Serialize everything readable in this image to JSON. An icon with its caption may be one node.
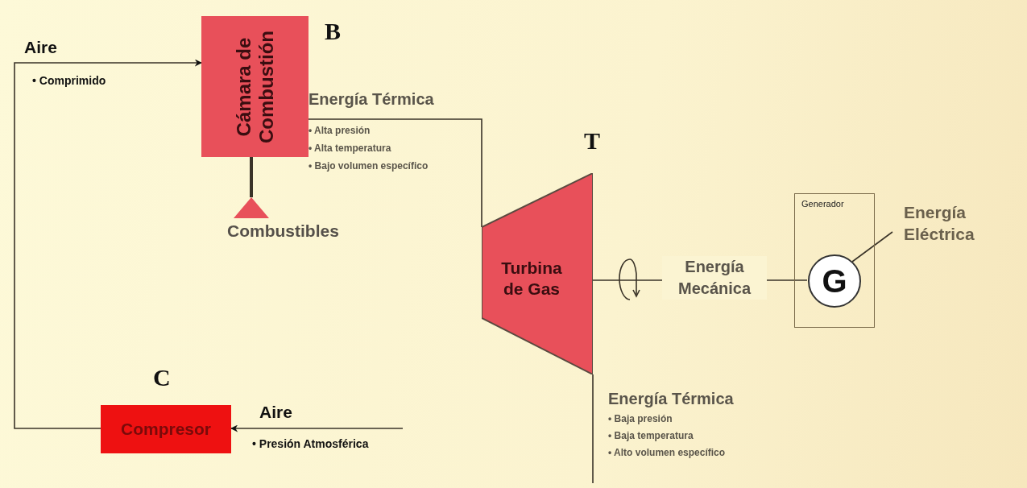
{
  "diagram": {
    "nodes": [
      {
        "text": [
          "Cámara de Combustión"
        ],
        "beside": [
          "B"
        ]
      },
      {
        "text": [
          "Combustibles"
        ]
      },
      {
        "text": [
          "Turbina de Gas"
        ],
        "beside": [
          "T"
        ]
      },
      {
        "text": [
          "Generador"
        ]
      },
      {
        "text": [
          "G"
        ],
        "in": 3
      },
      {
        "text": [
          "Compresor"
        ],
        "beside": [
          "C"
        ]
      },
      {
        "text": [
          "Energía Eléctrica"
        ]
      }
    ],
    "edges": [
      {
        "from": 5,
        "to": 0,
        "arrow": "to",
        "label": "Aire"
      },
      {
        "from": 1,
        "to": 0,
        "arrow": "none",
        "style": "thick"
      },
      {
        "from": 0,
        "to": 2,
        "arrow": "none",
        "label": "Energía Térmica"
      },
      {
        "from": null,
        "to": 5,
        "arrow": "to",
        "label": "Aire"
      },
      {
        "from": 2,
        "to": null,
        "arrow": "none",
        "label": "Energía Térmica"
      },
      {
        "from": 2,
        "to": 4,
        "arrow": "none",
        "label": "Energía Mecánica"
      },
      {
        "from": 4,
        "to": 6,
        "arrow": "none"
      }
    ],
    "labels": [
      "• Comprimido",
      "• Alta presión",
      "• Alta temperatura",
      "• Bajo volumen específico",
      "• Presión Atmosférica",
      "• Baja presión",
      "• Baja temperatura",
      "• Alto volumen específico"
    ]
  }
}
